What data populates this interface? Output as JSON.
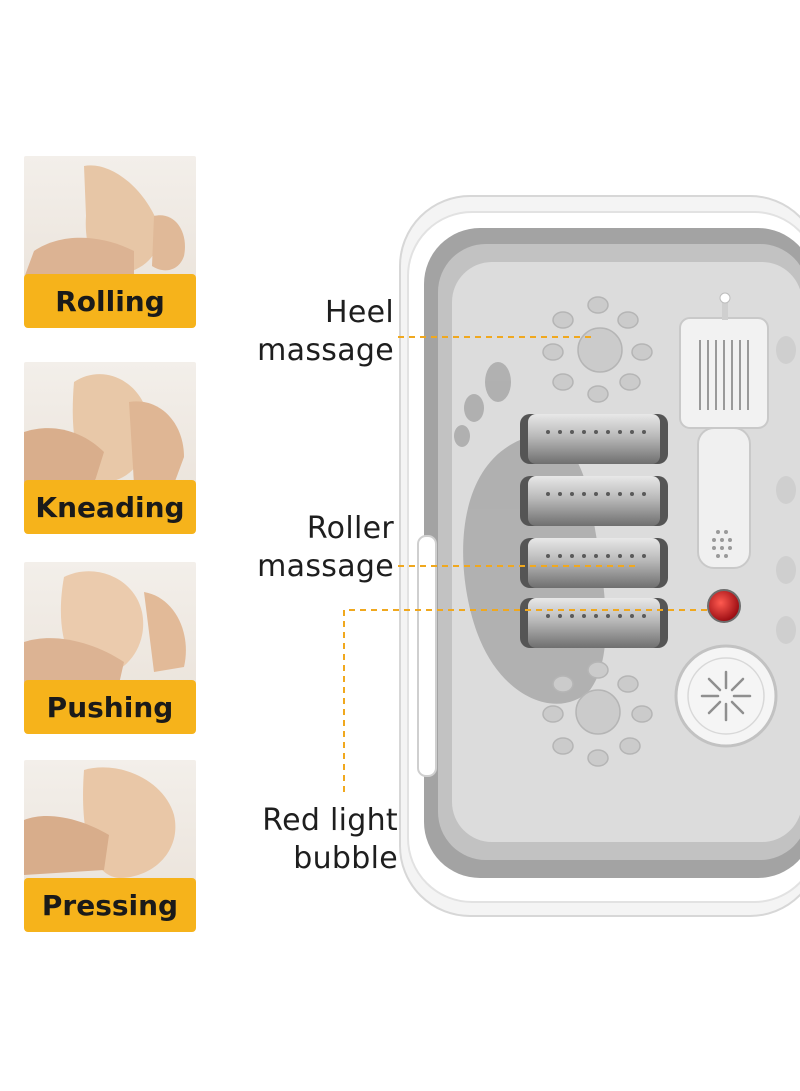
{
  "techniques": [
    {
      "label": "Rolling",
      "icon": "foot-rolling-photo"
    },
    {
      "label": "Kneading",
      "icon": "foot-kneading-photo"
    },
    {
      "label": "Pushing",
      "icon": "foot-pushing-photo"
    },
    {
      "label": "Pressing",
      "icon": "foot-pressing-photo"
    }
  ],
  "callouts": {
    "heel": {
      "line1": "Heel",
      "line2": "massage"
    },
    "roller": {
      "line1": "Roller",
      "line2": "massage"
    },
    "redlight": {
      "line1": "Red light",
      "line2": "bubble"
    }
  },
  "colors": {
    "label_bg": "#f6b31b",
    "leader_line": "#f0a81e",
    "tub_gray": "#9a9a9a",
    "red_light": "#c0141a"
  }
}
